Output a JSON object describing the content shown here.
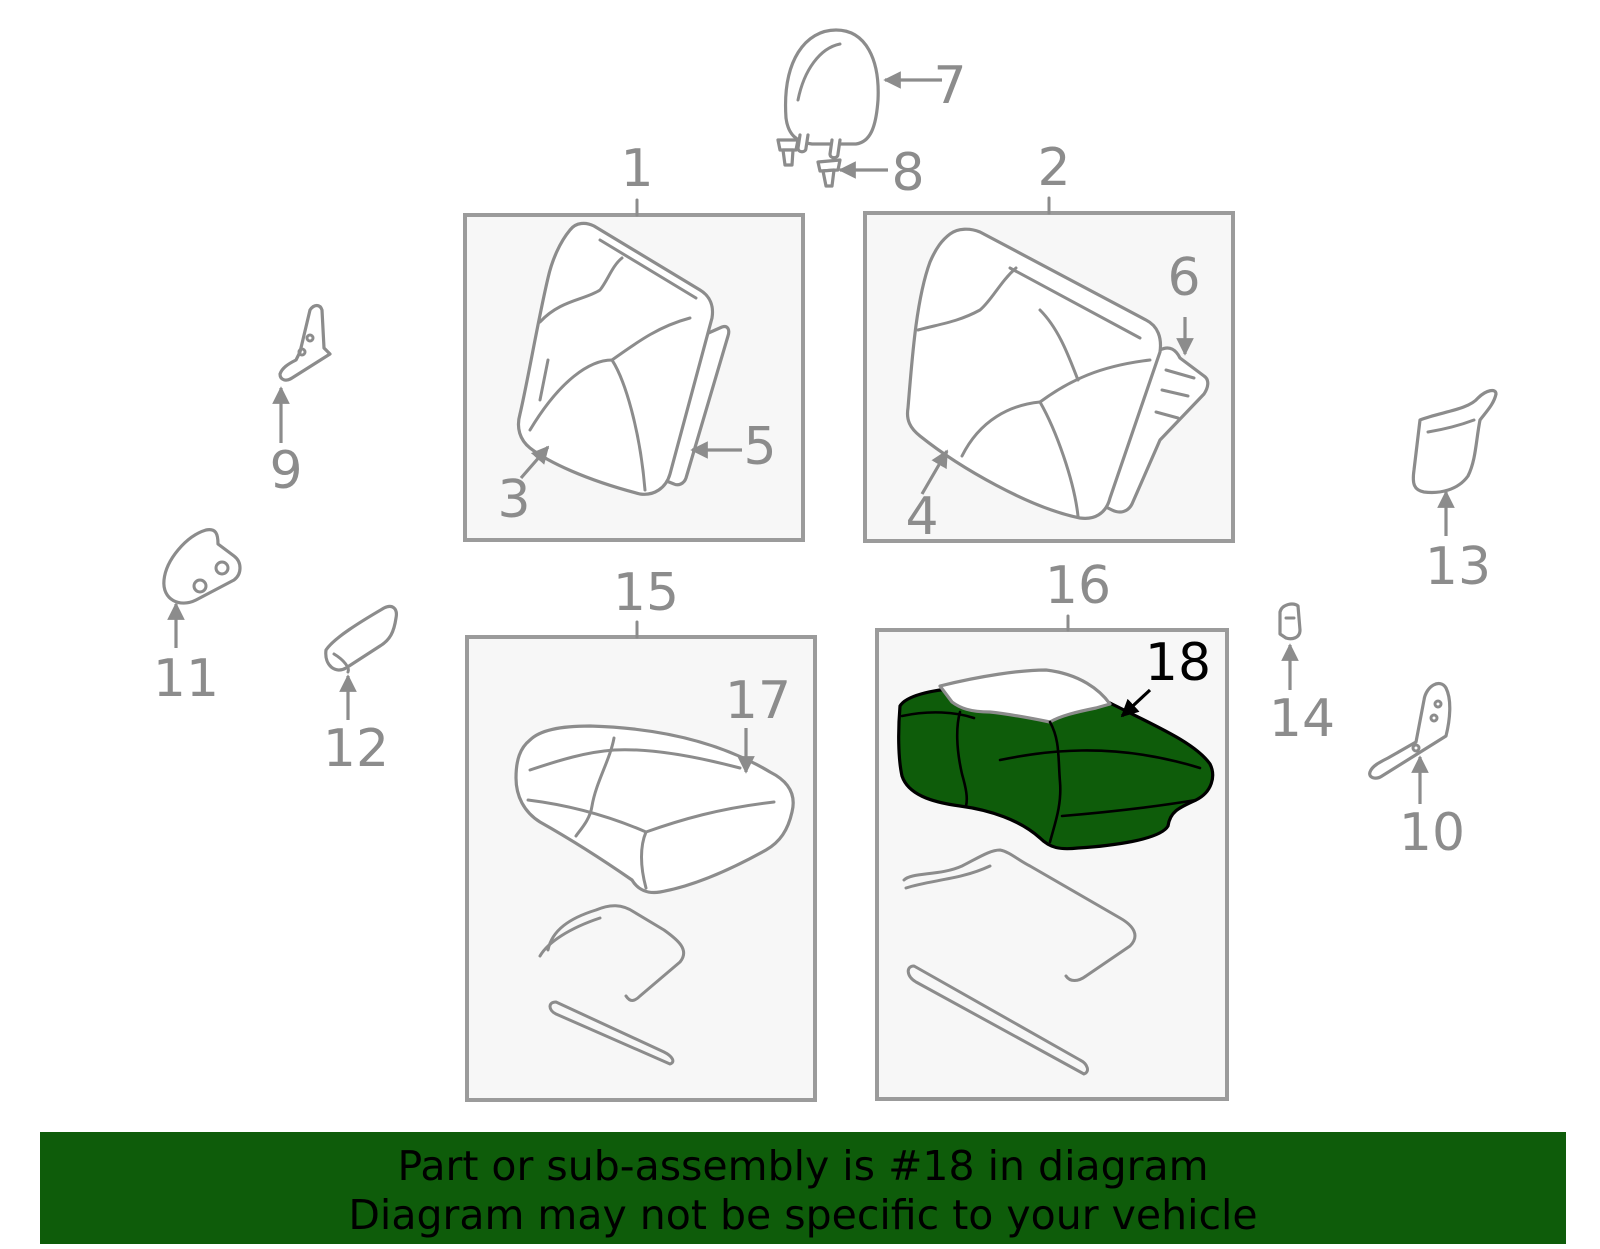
{
  "diagram": {
    "highlight_color": "#0e5c0a",
    "highlighted_callout": "18",
    "callouts": {
      "c1": "1",
      "c2": "2",
      "c3": "3",
      "c4": "4",
      "c5": "5",
      "c6": "6",
      "c7": "7",
      "c8": "8",
      "c9": "9",
      "c10": "10",
      "c11": "11",
      "c12": "12",
      "c13": "13",
      "c14": "14",
      "c15": "15",
      "c16": "16",
      "c17": "17",
      "c18": "18"
    }
  },
  "banner": {
    "background": "#0e5c0a",
    "line1": "Part or sub-assembly is #18 in diagram",
    "line2": "Diagram may not be specific to your vehicle"
  }
}
